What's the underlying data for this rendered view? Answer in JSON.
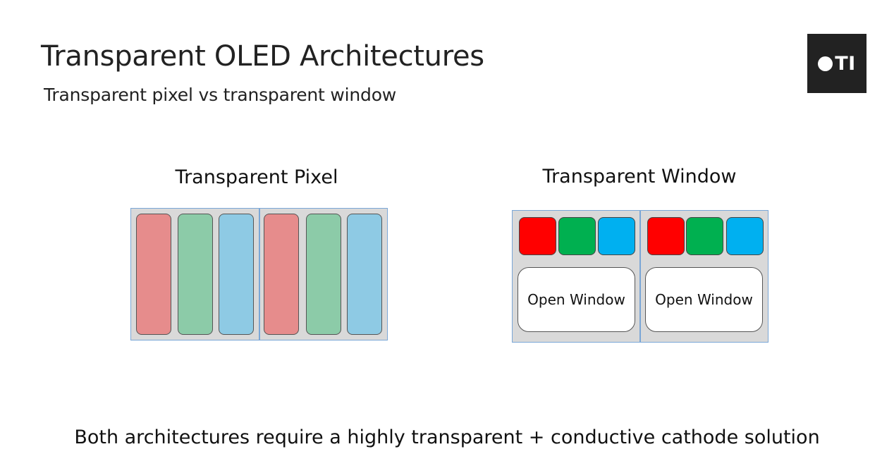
{
  "slide": {
    "title": "Transparent OLED Architectures",
    "subtitle": "Transparent pixel vs transparent window",
    "footer": "Both architectures require a highly transparent + conductive cathode solution"
  },
  "logo": {
    "text": "TI",
    "icon": "oti-logo-circle"
  },
  "transparent_pixel": {
    "label": "Transparent Pixel",
    "stripes": [
      {
        "color": "#e68c8c"
      },
      {
        "color": "#8ccba8"
      },
      {
        "color": "#8ecae4"
      },
      {
        "color": "#e68c8c"
      },
      {
        "color": "#8ccba8"
      },
      {
        "color": "#8ecae4"
      }
    ]
  },
  "transparent_window": {
    "label": "Transparent Window",
    "subpixels": [
      {
        "color": "#ff0000"
      },
      {
        "color": "#00b050"
      },
      {
        "color": "#00b0f0"
      },
      {
        "color": "#ff0000"
      },
      {
        "color": "#00b050"
      },
      {
        "color": "#00b0f0"
      }
    ],
    "windows": [
      {
        "label": "Open Window"
      },
      {
        "label": "Open Window"
      }
    ]
  },
  "colors": {
    "panel_background": "#d9d9d9",
    "panel_border": "#7aa6d6",
    "logo_background": "#222222"
  }
}
